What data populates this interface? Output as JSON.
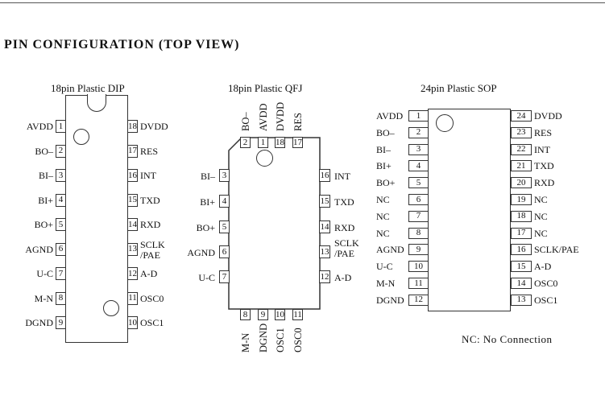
{
  "heading": "PIN CONFIGURATION (TOP VIEW)",
  "note": "NC: No Connection",
  "dip": {
    "title": "18pin Plastic DIP",
    "left_pins": [
      {
        "num": "1",
        "label": "AVDD"
      },
      {
        "num": "2",
        "label": "BO–"
      },
      {
        "num": "3",
        "label": "BI–"
      },
      {
        "num": "4",
        "label": "BI+"
      },
      {
        "num": "5",
        "label": "BO+"
      },
      {
        "num": "6",
        "label": "AGND"
      },
      {
        "num": "7",
        "label": "U-C"
      },
      {
        "num": "8",
        "label": "M-N"
      },
      {
        "num": "9",
        "label": "DGND"
      }
    ],
    "right_pins": [
      {
        "num": "18",
        "label": "DVDD"
      },
      {
        "num": "17",
        "label": "RES"
      },
      {
        "num": "16",
        "label": "INT"
      },
      {
        "num": "15",
        "label": "TXD"
      },
      {
        "num": "14",
        "label": "RXD"
      },
      {
        "num": "13",
        "label": "SCLK\n/PAE"
      },
      {
        "num": "12",
        "label": "A-D"
      },
      {
        "num": "11",
        "label": "OSC0"
      },
      {
        "num": "10",
        "label": "OSC1"
      }
    ]
  },
  "qfj": {
    "title": "18pin Plastic QFJ",
    "top_pins": [
      {
        "num": "2",
        "label": "BO–"
      },
      {
        "num": "1",
        "label": "AVDD"
      },
      {
        "num": "18",
        "label": "DVDD"
      },
      {
        "num": "17",
        "label": "RES"
      }
    ],
    "left_pins": [
      {
        "num": "3",
        "label": "BI–"
      },
      {
        "num": "4",
        "label": "BI+"
      },
      {
        "num": "5",
        "label": "BO+"
      },
      {
        "num": "6",
        "label": "AGND"
      },
      {
        "num": "7",
        "label": "U-C"
      }
    ],
    "right_pins": [
      {
        "num": "16",
        "label": "INT"
      },
      {
        "num": "15",
        "label": "TXD"
      },
      {
        "num": "14",
        "label": "RXD"
      },
      {
        "num": "13",
        "label": "SCLK\n/PAE"
      },
      {
        "num": "12",
        "label": "A-D"
      }
    ],
    "bottom_pins": [
      {
        "num": "8",
        "label": "M-N"
      },
      {
        "num": "9",
        "label": "DGND"
      },
      {
        "num": "10",
        "label": "OSC1"
      },
      {
        "num": "11",
        "label": "OSC0"
      }
    ]
  },
  "sop": {
    "title": "24pin Plastic SOP",
    "left_pins": [
      {
        "num": "1",
        "label": "AVDD"
      },
      {
        "num": "2",
        "label": "BO–"
      },
      {
        "num": "3",
        "label": "BI–"
      },
      {
        "num": "4",
        "label": "BI+"
      },
      {
        "num": "5",
        "label": "BO+"
      },
      {
        "num": "6",
        "label": "NC"
      },
      {
        "num": "7",
        "label": "NC"
      },
      {
        "num": "8",
        "label": "NC"
      },
      {
        "num": "9",
        "label": "AGND"
      },
      {
        "num": "10",
        "label": "U-C"
      },
      {
        "num": "11",
        "label": "M-N"
      },
      {
        "num": "12",
        "label": "DGND"
      }
    ],
    "right_pins": [
      {
        "num": "24",
        "label": "DVDD"
      },
      {
        "num": "23",
        "label": "RES"
      },
      {
        "num": "22",
        "label": "INT"
      },
      {
        "num": "21",
        "label": "TXD"
      },
      {
        "num": "20",
        "label": "RXD"
      },
      {
        "num": "19",
        "label": "NC"
      },
      {
        "num": "18",
        "label": "NC"
      },
      {
        "num": "17",
        "label": "NC"
      },
      {
        "num": "16",
        "label": "SCLK/PAE"
      },
      {
        "num": "15",
        "label": "A-D"
      },
      {
        "num": "14",
        "label": "OSC0"
      },
      {
        "num": "13",
        "label": "OSC1"
      }
    ]
  }
}
